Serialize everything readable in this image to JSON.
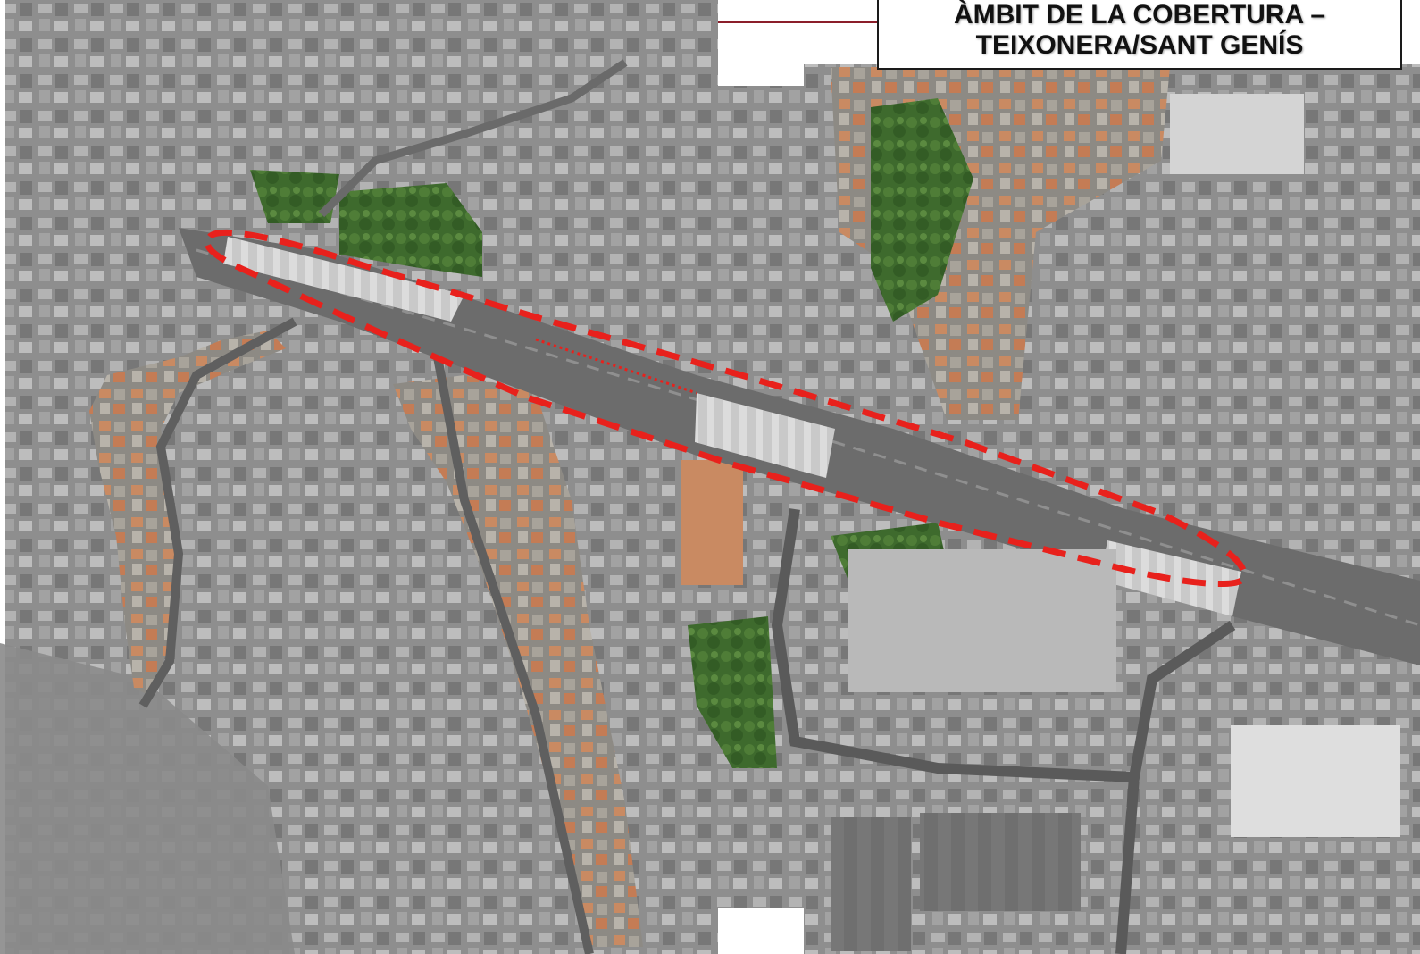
{
  "title": {
    "line1": "ÀMBIT DE LA COBERTURA –",
    "line2": "TEIXONERA/SANT GENÍS"
  },
  "colors": {
    "outline": "#e8211c",
    "header_rule": "#8b1e2a",
    "bw_ground": "#9a9a9a",
    "roof": "#c9825a",
    "vegetation": "#3d6b2c",
    "road": "#6e6e6e"
  },
  "map": {
    "style": "aerial-photo-mosaic",
    "highlight": "dashed-red-outline"
  }
}
